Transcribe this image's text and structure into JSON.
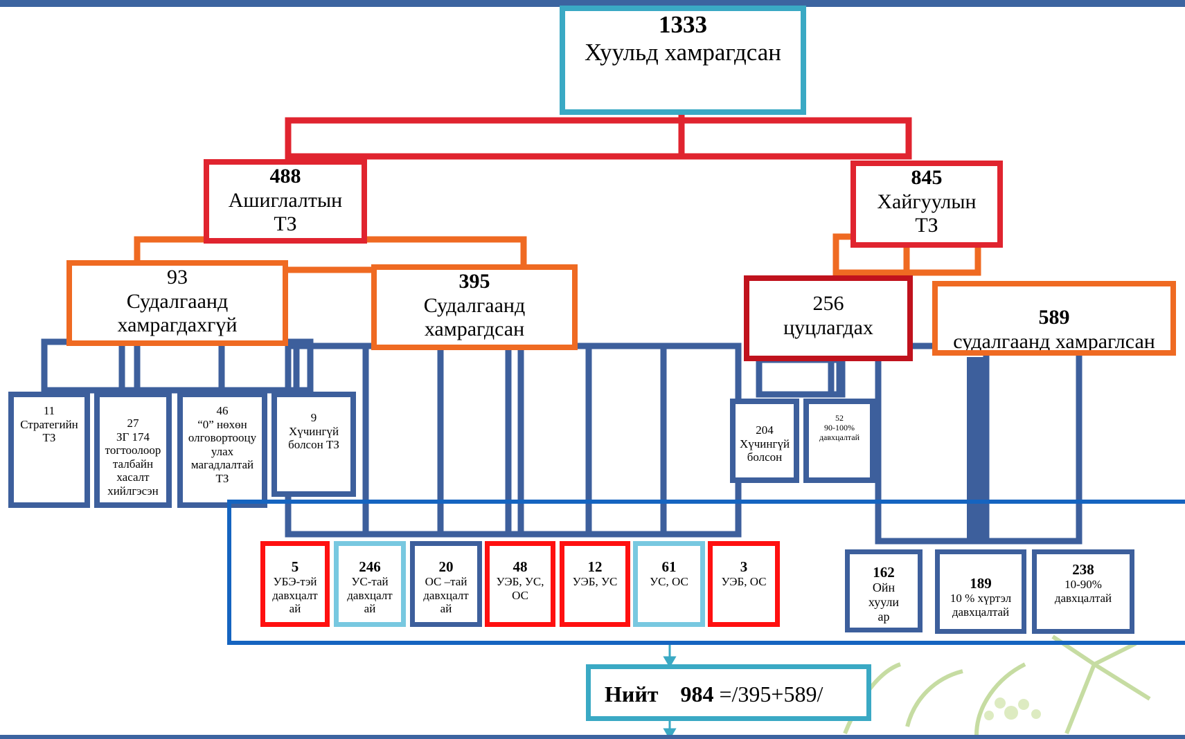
{
  "root": {
    "num": "1333",
    "label": "Хуульд хамрагдсан"
  },
  "exploit": {
    "num": "488",
    "label": "Ашиглалтын",
    "label2": "ТЗ"
  },
  "explore": {
    "num": "845",
    "label": "Хайгуулын",
    "label2": "ТЗ"
  },
  "not_studied": {
    "num": "93",
    "label": "Судалгаанд",
    "label2": "хамрагдахгүй"
  },
  "studied": {
    "num": "395",
    "label": "Судалгаанд",
    "label2": "хамрагдсан"
  },
  "cancel": {
    "num": "256",
    "label": "цуцлагдах"
  },
  "studied589": {
    "num": "589",
    "label": "судалгаанд хамраглсан"
  },
  "not_studied_children": [
    {
      "num": "11",
      "l1": "Стратегийн",
      "l2": "ТЗ",
      "l3": "",
      "l4": "",
      "l5": ""
    },
    {
      "num": "27",
      "l1": "ЗГ 174",
      "l2": "тогтоолоор",
      "l3": "талбайн",
      "l4": "хасалт",
      "l5": "хийлгэсэн"
    },
    {
      "num": "46",
      "l1": "“0” нөхөн",
      "l2": "олговортооцу",
      "l3": "улах",
      "l4": "магадлалтай",
      "l5": "ТЗ"
    },
    {
      "num": "9",
      "l1": "Хүчингүй",
      "l2": "болсон ТЗ",
      "l3": "",
      "l4": "",
      "l5": ""
    }
  ],
  "cancel_children": [
    {
      "num": "204",
      "l1": "Хүчингүй",
      "l2": "болсон"
    },
    {
      "num": "52",
      "l1": "90-100%",
      "l2": "давхцалтай"
    }
  ],
  "overlap_boxes": [
    {
      "num": "5",
      "l1": "УБЭ-тэй",
      "l2": "давхцалт",
      "l3": "ай"
    },
    {
      "num": "246",
      "l1": "УС-тай",
      "l2": "давхцалт",
      "l3": "ай"
    },
    {
      "num": "20",
      "l1": "ОС –тай",
      "l2": "давхцалт",
      "l3": "ай"
    },
    {
      "num": "48",
      "l1": "УЭБ, УС,",
      "l2": "ОС",
      "l3": ""
    },
    {
      "num": "12",
      "l1": "УЭБ, УС",
      "l2": "",
      "l3": ""
    },
    {
      "num": "61",
      "l1": "УС, ОС",
      "l2": "",
      "l3": ""
    },
    {
      "num": "3",
      "l1": "УЭБ, ОС",
      "l2": "",
      "l3": ""
    }
  ],
  "explore_children": [
    {
      "num": "162",
      "l1": "Ойн",
      "l2": "хуули",
      "l3": "ар"
    },
    {
      "num": "189",
      "l1": "10 % хүртэл",
      "l2": "давхцалтай",
      "l3": ""
    },
    {
      "num": "238",
      "l1": "10-90%",
      "l2": "давхцалтай",
      "l3": ""
    }
  ],
  "total": {
    "label": "Нийт",
    "num": "984",
    "formula": "=/395+589/"
  },
  "colors": {
    "teal": "#3aa9c4",
    "red": "#e0242f",
    "orange": "#ef6a22",
    "navy": "#3d5f9c",
    "frame_blue": "#1564c0",
    "sky": "#78c8e0",
    "bright_red": "#ff1010"
  }
}
